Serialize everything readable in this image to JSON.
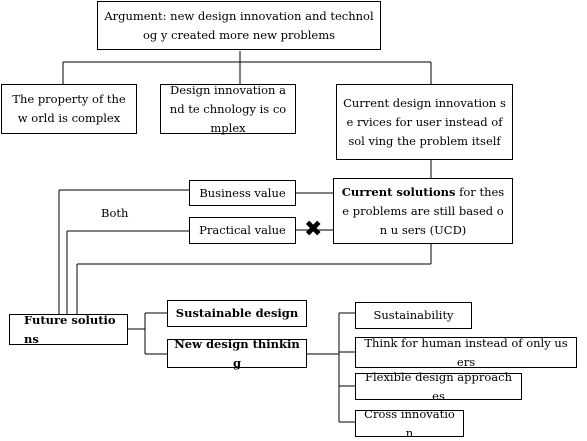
{
  "argument": "Argument: new design innovation and technolog y created more new problems",
  "problems": {
    "world": "The property of the w orld is complex",
    "design": "Design innovation and te chnology is complex",
    "current": "Current design innovation se rvices for user instead of sol ving the problem itself"
  },
  "current_solutions": {
    "bold": "Current solutions",
    "rest": " for these problems are still based on u sers (UCD)"
  },
  "values": {
    "business": "Business value",
    "practical": "Practical value",
    "both": "Both"
  },
  "future_solutions": "Future solutions",
  "branches": {
    "sustainable": "Sustainable design",
    "new_thinking": "New design thinking"
  },
  "thinking_items": [
    "Sustainability",
    "Think for human instead of only users",
    "Flexible design approaches",
    "Cross innovation"
  ],
  "icons": {
    "reject": "x-mark-icon"
  }
}
